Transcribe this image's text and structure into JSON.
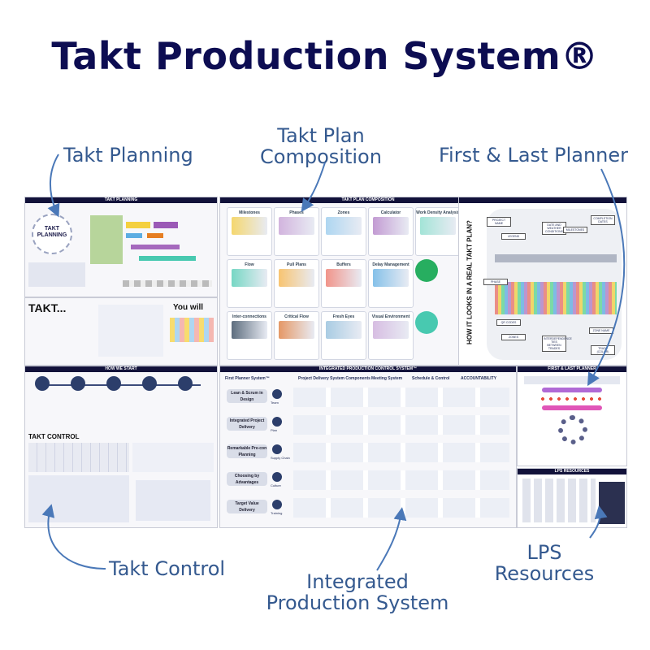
{
  "title": "Takt Production System®",
  "callouts": {
    "takt_planning": "Takt Planning",
    "plan_composition_1": "Takt Plan",
    "plan_composition_2": "Composition",
    "first_last_planner": "First & Last Planner",
    "takt_control": "Takt Control",
    "ips_1": "Integrated",
    "ips_2": "Production System",
    "lps_1": "LPS",
    "lps_2": "Resources"
  },
  "panels": {
    "takt_planning_header": "TAKT PLANNING",
    "takt_planning_circle": "TAKT PLANNING",
    "takt_heading": "TAKT...",
    "you_will": "You will",
    "how_we_start": "HOW WE START",
    "takt_control_heading": "TAKT CONTROL",
    "composition_header": "TAKT PLAN COMPOSITION",
    "composition_tiles": [
      "Milestones",
      "Phases",
      "Zones",
      "Calculator",
      "Work Density Analysis",
      "Flow",
      "Pull Plans",
      "Buffers",
      "Delay Management",
      "",
      "Inter-connections",
      "Critical Flow",
      "Fresh Eyes",
      "Visual Environment",
      ""
    ],
    "real_takt_plan": "HOW IT LOOKS IN A REAL TAKT PLAN?",
    "ips_header": "INTEGRATED PRODUCTION CONTROL SYSTEM™",
    "ips_columns": [
      "First Planner System™",
      "Project Delivery System Components",
      "Meeting System",
      "Schedule & Control",
      "ACCOUNTABILITY"
    ],
    "ips_rows": [
      "Lean & Scrum in Design",
      "Integrated Project Delivery",
      "Remarkable Pre-con Planning",
      "Choosing by Advantages",
      "Target Value Delivery"
    ],
    "ips_icons": [
      "Team",
      "Plan",
      "Supply Chain",
      "Culture",
      "Training"
    ],
    "first_last_header": "FIRST & LAST PLANNER",
    "lps_header": "LPS RESOURCES",
    "plan_labels": [
      "PROJECT NAME",
      "LEGEND",
      "DATE AND WEATHER CONDITIONS",
      "MILESTONES",
      "COMPLETION DATES",
      "PHASE",
      "QR CODES",
      "ZONES",
      "INTERDEPENDENCE TIES BETWEEN TRADES",
      "ZONE NAME",
      "TRADE (COLOR)"
    ]
  },
  "colors": {
    "title": "#0d0d52",
    "callout": "#34598f",
    "panel_header": "#12123a"
  }
}
